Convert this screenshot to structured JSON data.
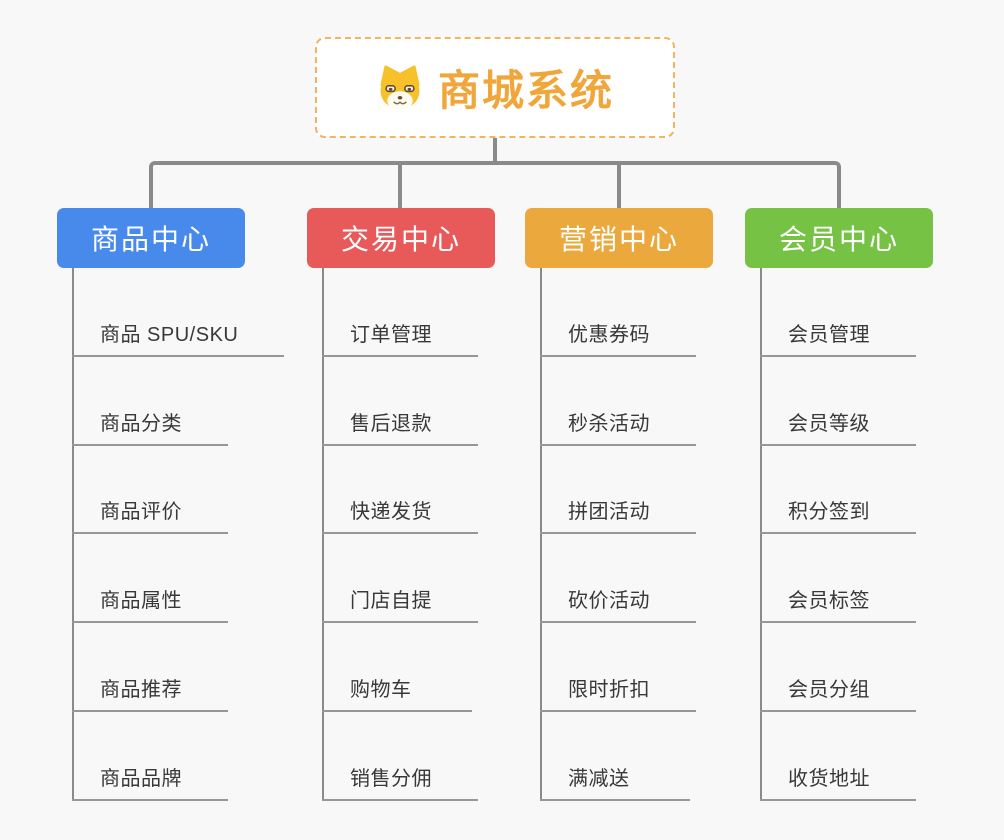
{
  "root": {
    "title": "商城系统",
    "icon": "dog-face-icon"
  },
  "branches": [
    {
      "label": "商品中心",
      "color": "#4889ec",
      "items": [
        "商品 SPU/SKU",
        "商品分类",
        "商品评价",
        "商品属性",
        "商品推荐",
        "商品品牌"
      ]
    },
    {
      "label": "交易中心",
      "color": "#e85a5a",
      "items": [
        "订单管理",
        "售后退款",
        "快递发货",
        "门店自提",
        "购物车",
        "销售分佣"
      ]
    },
    {
      "label": "营销中心",
      "color": "#eba83d",
      "items": [
        "优惠券码",
        "秒杀活动",
        "拼团活动",
        "砍价活动",
        "限时折扣",
        "满减送"
      ]
    },
    {
      "label": "会员中心",
      "color": "#76c244",
      "items": [
        "会员管理",
        "会员等级",
        "积分签到",
        "会员标签",
        "会员分组",
        "收货地址"
      ]
    }
  ],
  "colors": {
    "background": "#f8f8f8",
    "connector": "#8a8a8a",
    "root_accent": "#f0a63b",
    "root_border": "#f3b45c",
    "item_text": "#383838",
    "branch_text": "#ffffff"
  }
}
